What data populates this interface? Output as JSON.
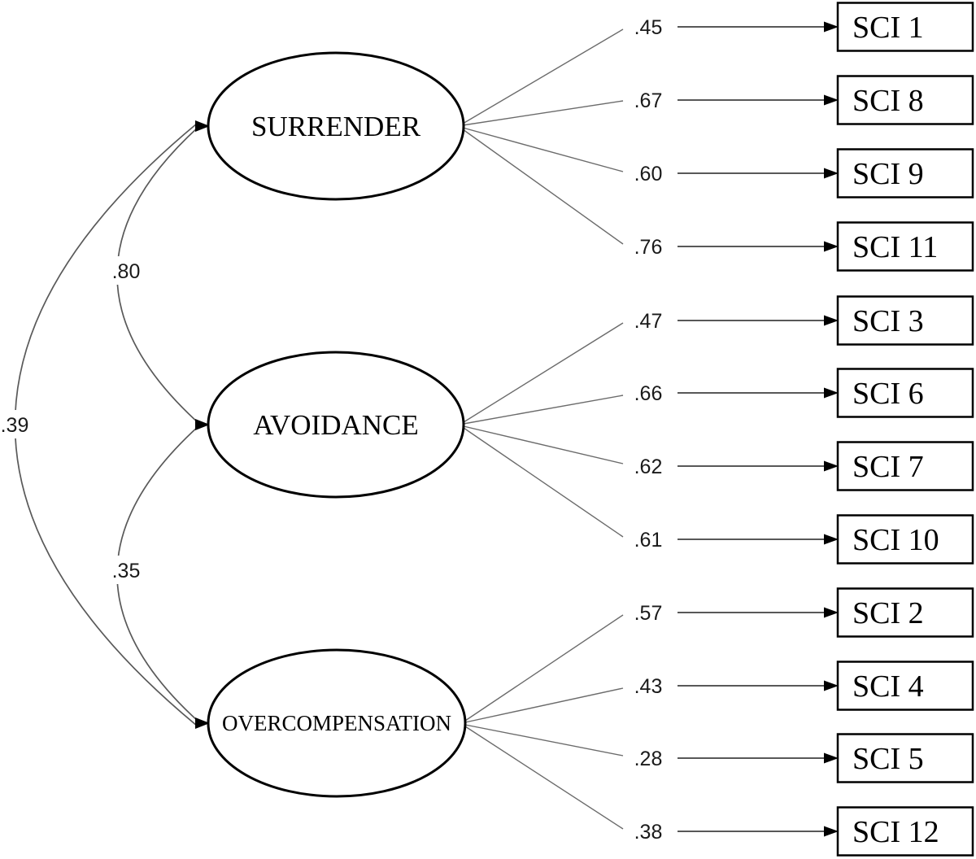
{
  "factors": [
    {
      "label": "SURRENDER",
      "indicators": [
        {
          "label": "SCI 1",
          "loading": ".45"
        },
        {
          "label": "SCI 8",
          "loading": ".67"
        },
        {
          "label": "SCI 9",
          "loading": ".60"
        },
        {
          "label": "SCI 11",
          "loading": ".76"
        }
      ]
    },
    {
      "label": "AVOIDANCE",
      "indicators": [
        {
          "label": "SCI 3",
          "loading": ".47"
        },
        {
          "label": "SCI 6",
          "loading": ".66"
        },
        {
          "label": "SCI 7",
          "loading": ".62"
        },
        {
          "label": "SCI 10",
          "loading": ".61"
        }
      ]
    },
    {
      "label": "OVERCOMPENSATION",
      "indicators": [
        {
          "label": "SCI 2",
          "loading": ".57"
        },
        {
          "label": "SCI 4",
          "loading": ".43"
        },
        {
          "label": "SCI 5",
          "loading": ".28"
        },
        {
          "label": "SCI 12",
          "loading": ".38"
        }
      ]
    }
  ],
  "correlations": [
    {
      "from": "SURRENDER",
      "to": "AVOIDANCE",
      "value": ".80"
    },
    {
      "from": "AVOIDANCE",
      "to": "OVERCOMPENSATION",
      "value": ".35"
    },
    {
      "from": "SURRENDER",
      "to": "OVERCOMPENSATION",
      "value": ".39"
    }
  ],
  "colors": {
    "background": "#ffffff",
    "shape_border": "#000000",
    "connector_line": "#595959",
    "arrowhead": "#000000"
  }
}
